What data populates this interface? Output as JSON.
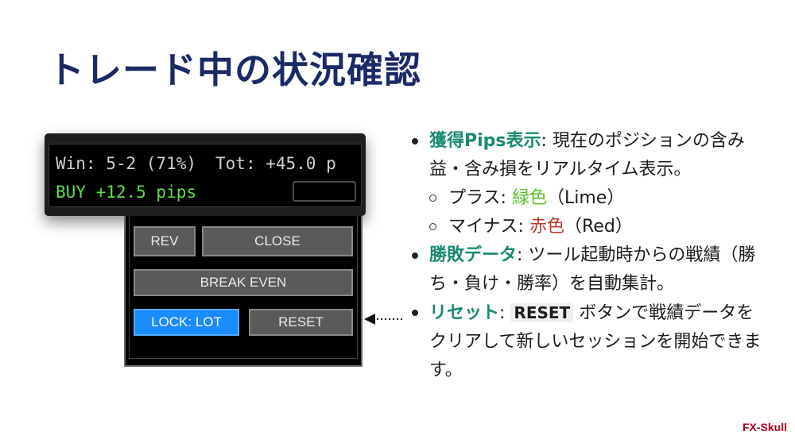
{
  "title": "トレード中の状況確認",
  "status": {
    "win": "Win: 5-2 (71%)",
    "tot": "Tot: +45.0 p",
    "position": "BUY +12.5 pips"
  },
  "panel": {
    "rev": "REV",
    "close": "CLOSE",
    "break_even": "BREAK EVEN",
    "lock": "LOCK: LOT",
    "reset": "RESET"
  },
  "bullets": {
    "b1_label": "獲得Pips表示",
    "b1_colon": ": ",
    "b1_text": "現在のポジションの含み益・含み損をリアルタイム表示。",
    "sub1_pre": "プラス: ",
    "sub1_color": "緑色",
    "sub1_post": "（Lime）",
    "sub2_pre": "マイナス: ",
    "sub2_color": "赤色",
    "sub2_post": "（Red）",
    "b2_label": "勝敗データ",
    "b2_colon": ": ",
    "b2_text": "ツール起動時からの戦績（勝ち・負け・勝率）を自動集計。",
    "b3_label": "リセット",
    "b3_colon": ": ",
    "b3_code": "RESET",
    "b3_text": " ボタンで戦績データをクリアして新しいセッションを開始できます。"
  },
  "brand": "FX-Skull",
  "colors": {
    "title": "#1b2a66",
    "highlight": "#1a8a72",
    "profit": "#5fe04a",
    "lock_button": "#1a8cff",
    "brand": "#b3001b"
  }
}
